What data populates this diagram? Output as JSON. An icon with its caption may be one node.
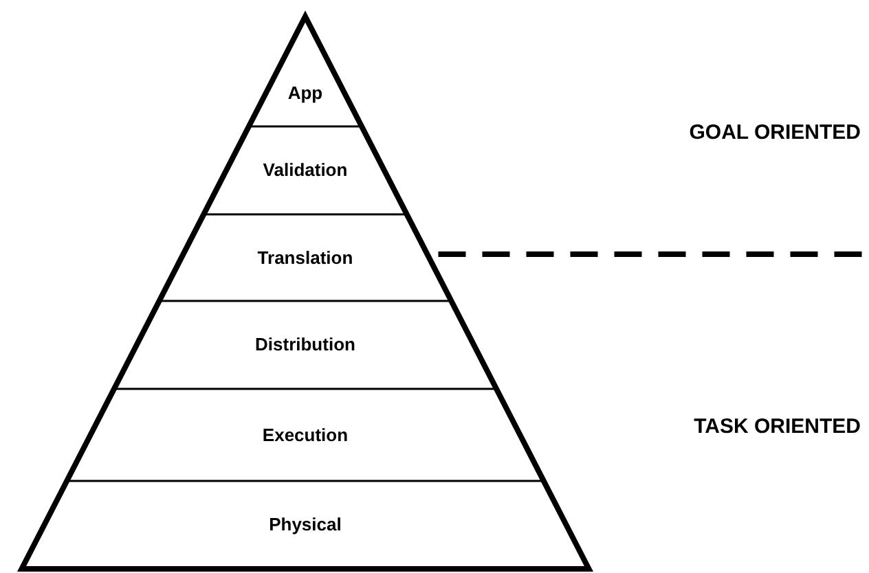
{
  "diagram": {
    "nodes": [
      {
        "text": [
          "App"
        ]
      },
      {
        "text": [
          "Validation"
        ]
      },
      {
        "text": [
          "Translation"
        ]
      },
      {
        "text": [
          "Distribution"
        ]
      },
      {
        "text": [
          "Execution"
        ]
      },
      {
        "text": [
          "Physical"
        ]
      }
    ],
    "labels": [
      "GOAL ORIENTED",
      "TASK ORIENTED"
    ]
  }
}
